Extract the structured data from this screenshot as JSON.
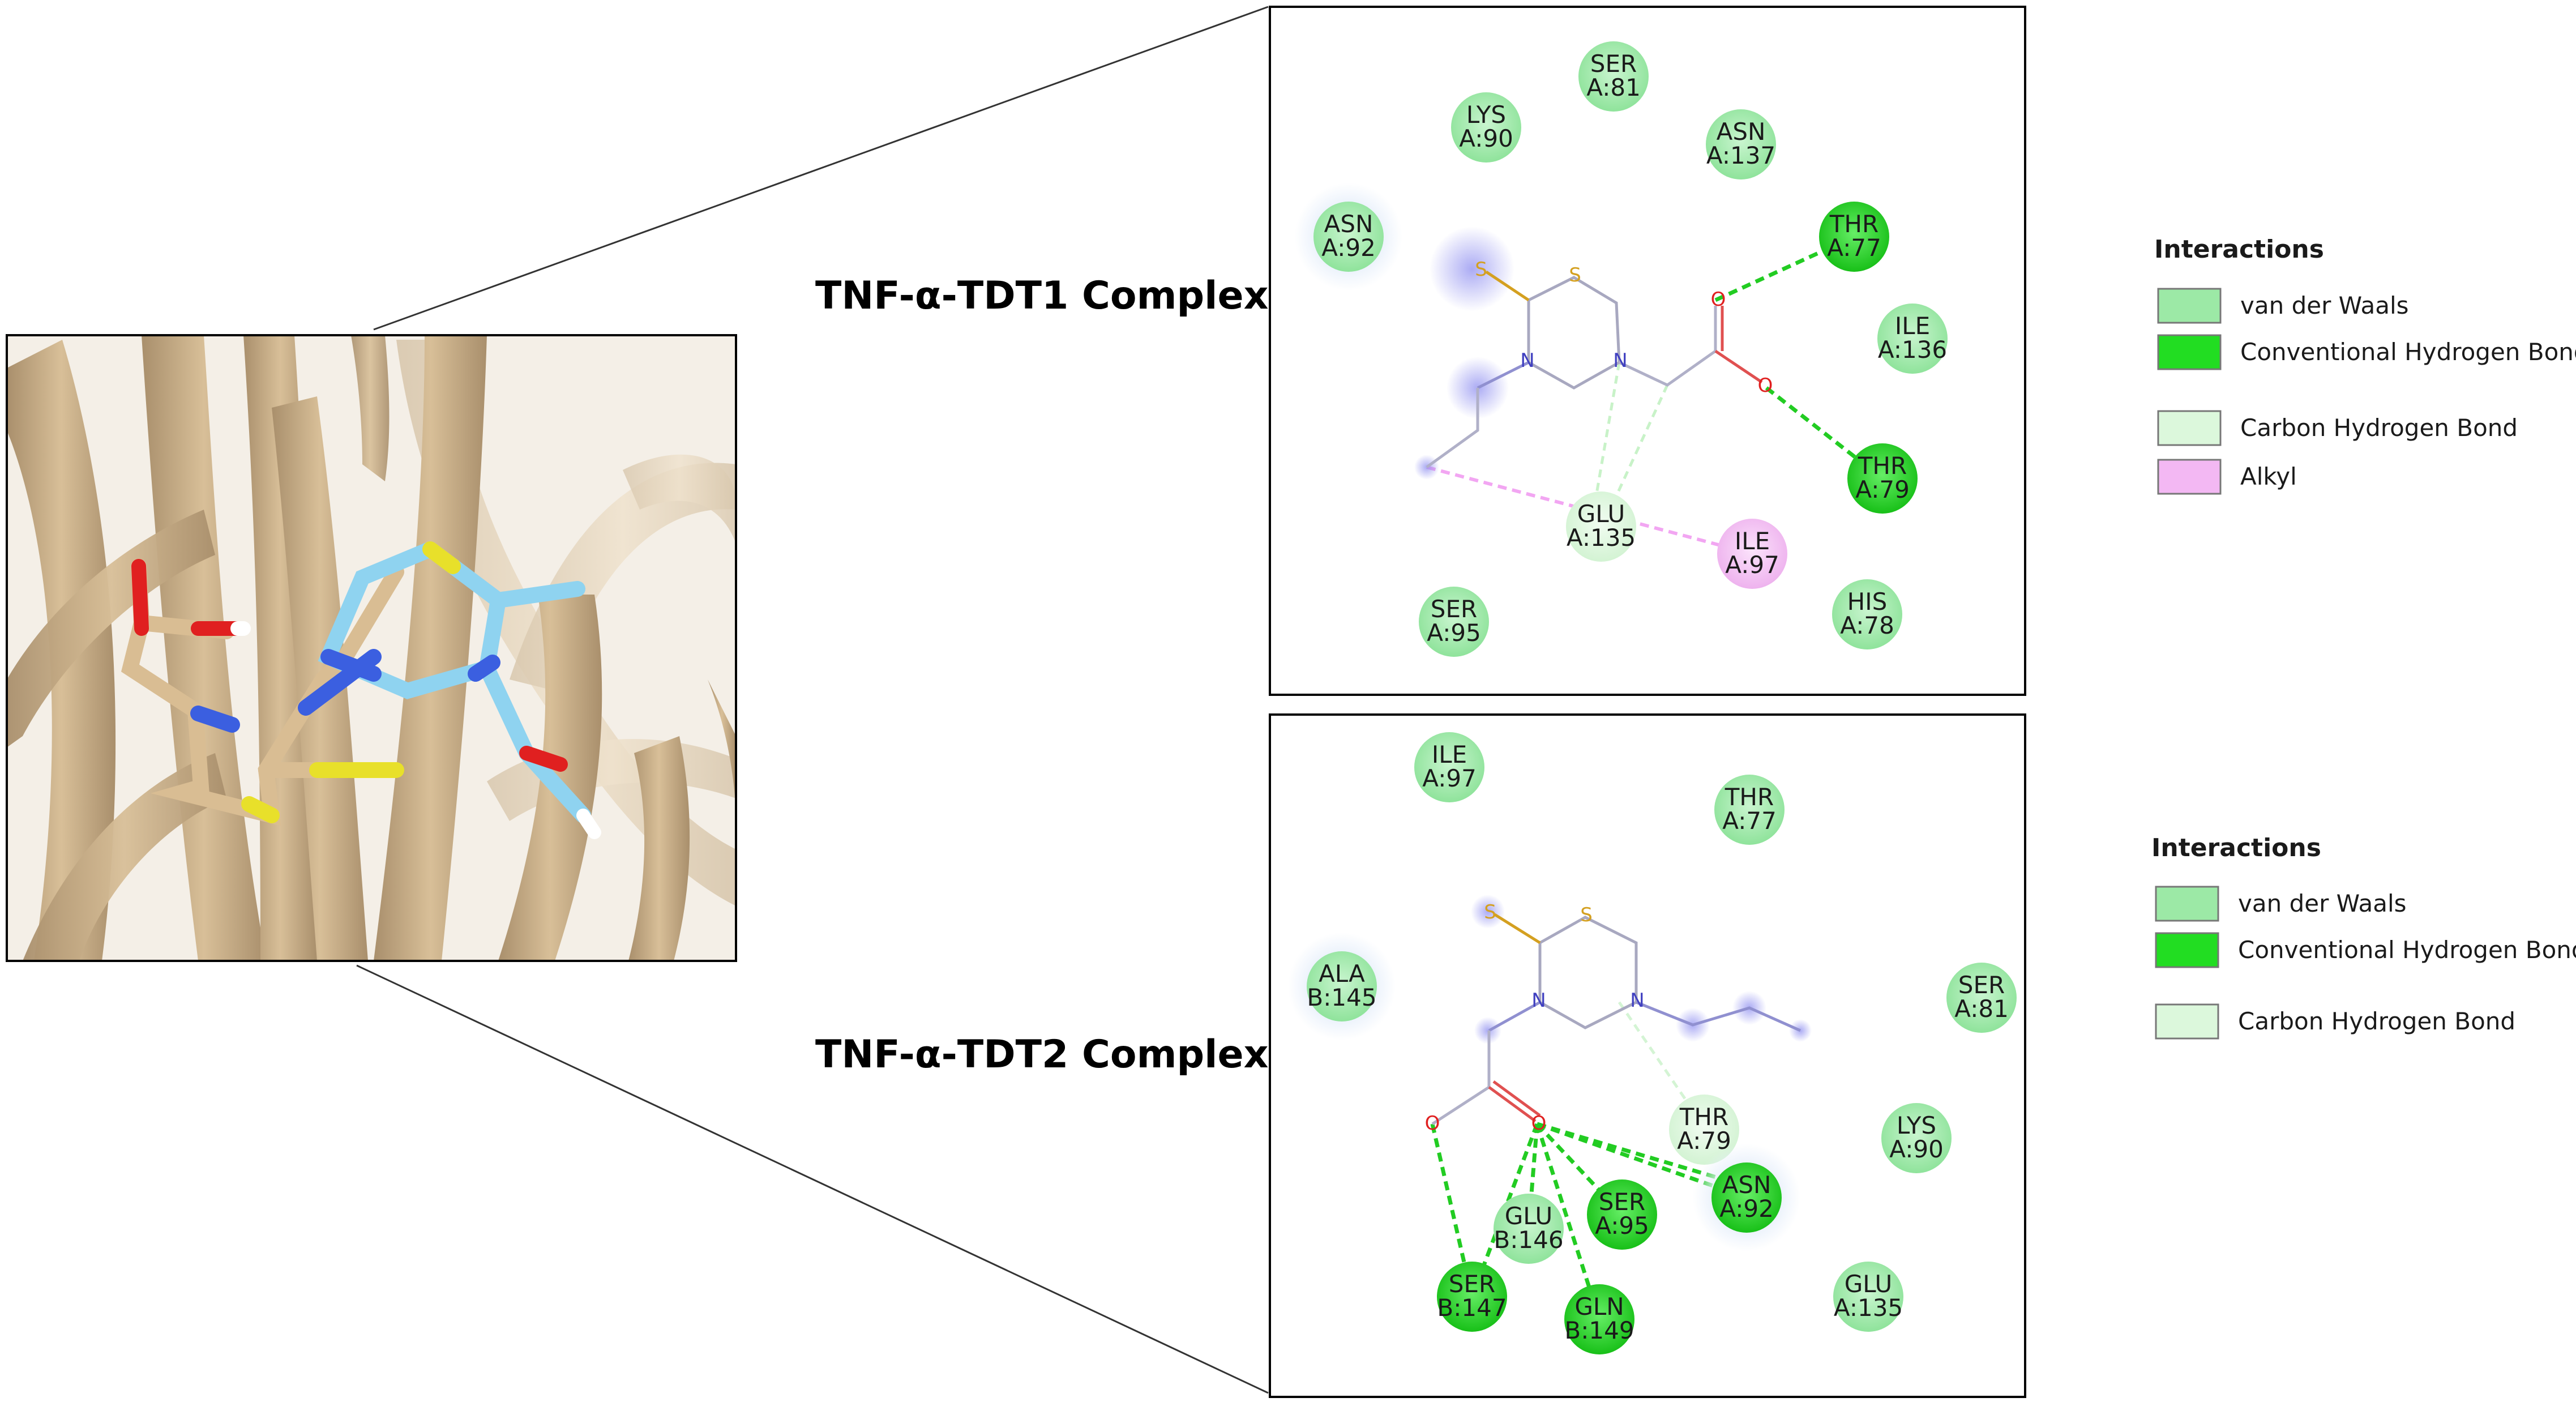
{
  "titles": {
    "complex1": "TNF-α-TDT1 Complex",
    "complex2": "TNF-α-TDT2 Complex"
  },
  "legend1": {
    "title": "Interactions",
    "items": [
      {
        "label": "van der Waals",
        "color": "#9ce9a6"
      },
      {
        "label": "Conventional Hydrogen Bond",
        "color": "#22dd22"
      },
      {
        "label": "Carbon Hydrogen Bond",
        "color": "#dcf8dc"
      },
      {
        "label": "Alkyl",
        "color": "#f3b8f3"
      }
    ]
  },
  "legend2": {
    "title": "Interactions",
    "items": [
      {
        "label": "van der Waals",
        "color": "#9ce9a6"
      },
      {
        "label": "Conventional Hydrogen Bond",
        "color": "#22dd22"
      },
      {
        "label": "Carbon Hydrogen Bond",
        "color": "#dcf8dc"
      }
    ]
  },
  "colors": {
    "vdw": "#a6ecae",
    "hbond": "#33dd33",
    "chbond": "#dff8df",
    "alkyl": "#f3c4f3",
    "ribbon": "#cfb48e",
    "bg": "#ffffff"
  },
  "atoms": {
    "s": "S",
    "n": "N",
    "o": "O"
  },
  "panel1": {
    "residues": [
      {
        "name": "SER",
        "id": "A:81",
        "type": "vdw"
      },
      {
        "name": "LYS",
        "id": "A:90",
        "type": "vdw"
      },
      {
        "name": "ASN",
        "id": "A:137",
        "type": "vdw"
      },
      {
        "name": "ASN",
        "id": "A:92",
        "type": "vdw"
      },
      {
        "name": "THR",
        "id": "A:77",
        "type": "hbond"
      },
      {
        "name": "ILE",
        "id": "A:136",
        "type": "vdw"
      },
      {
        "name": "THR",
        "id": "A:79",
        "type": "hbond"
      },
      {
        "name": "GLU",
        "id": "A:135",
        "type": "chbond"
      },
      {
        "name": "ILE",
        "id": "A:97",
        "type": "alkyl"
      },
      {
        "name": "SER",
        "id": "A:95",
        "type": "vdw"
      },
      {
        "name": "HIS",
        "id": "A:78",
        "type": "vdw"
      }
    ]
  },
  "panel2": {
    "residues": [
      {
        "name": "ILE",
        "id": "A:97",
        "type": "vdw"
      },
      {
        "name": "THR",
        "id": "A:77",
        "type": "vdw"
      },
      {
        "name": "ALA",
        "id": "B:145",
        "type": "vdw"
      },
      {
        "name": "SER",
        "id": "A:81",
        "type": "vdw"
      },
      {
        "name": "THR",
        "id": "A:79",
        "type": "chbond"
      },
      {
        "name": "LYS",
        "id": "A:90",
        "type": "vdw"
      },
      {
        "name": "ASN",
        "id": "A:92",
        "type": "hbond"
      },
      {
        "name": "SER",
        "id": "A:95",
        "type": "hbond"
      },
      {
        "name": "GLU",
        "id": "B:146",
        "type": "vdw"
      },
      {
        "name": "SER",
        "id": "B:147",
        "type": "hbond"
      },
      {
        "name": "GLN",
        "id": "B:149",
        "type": "hbond"
      },
      {
        "name": "GLU",
        "id": "A:135",
        "type": "vdw"
      }
    ]
  }
}
